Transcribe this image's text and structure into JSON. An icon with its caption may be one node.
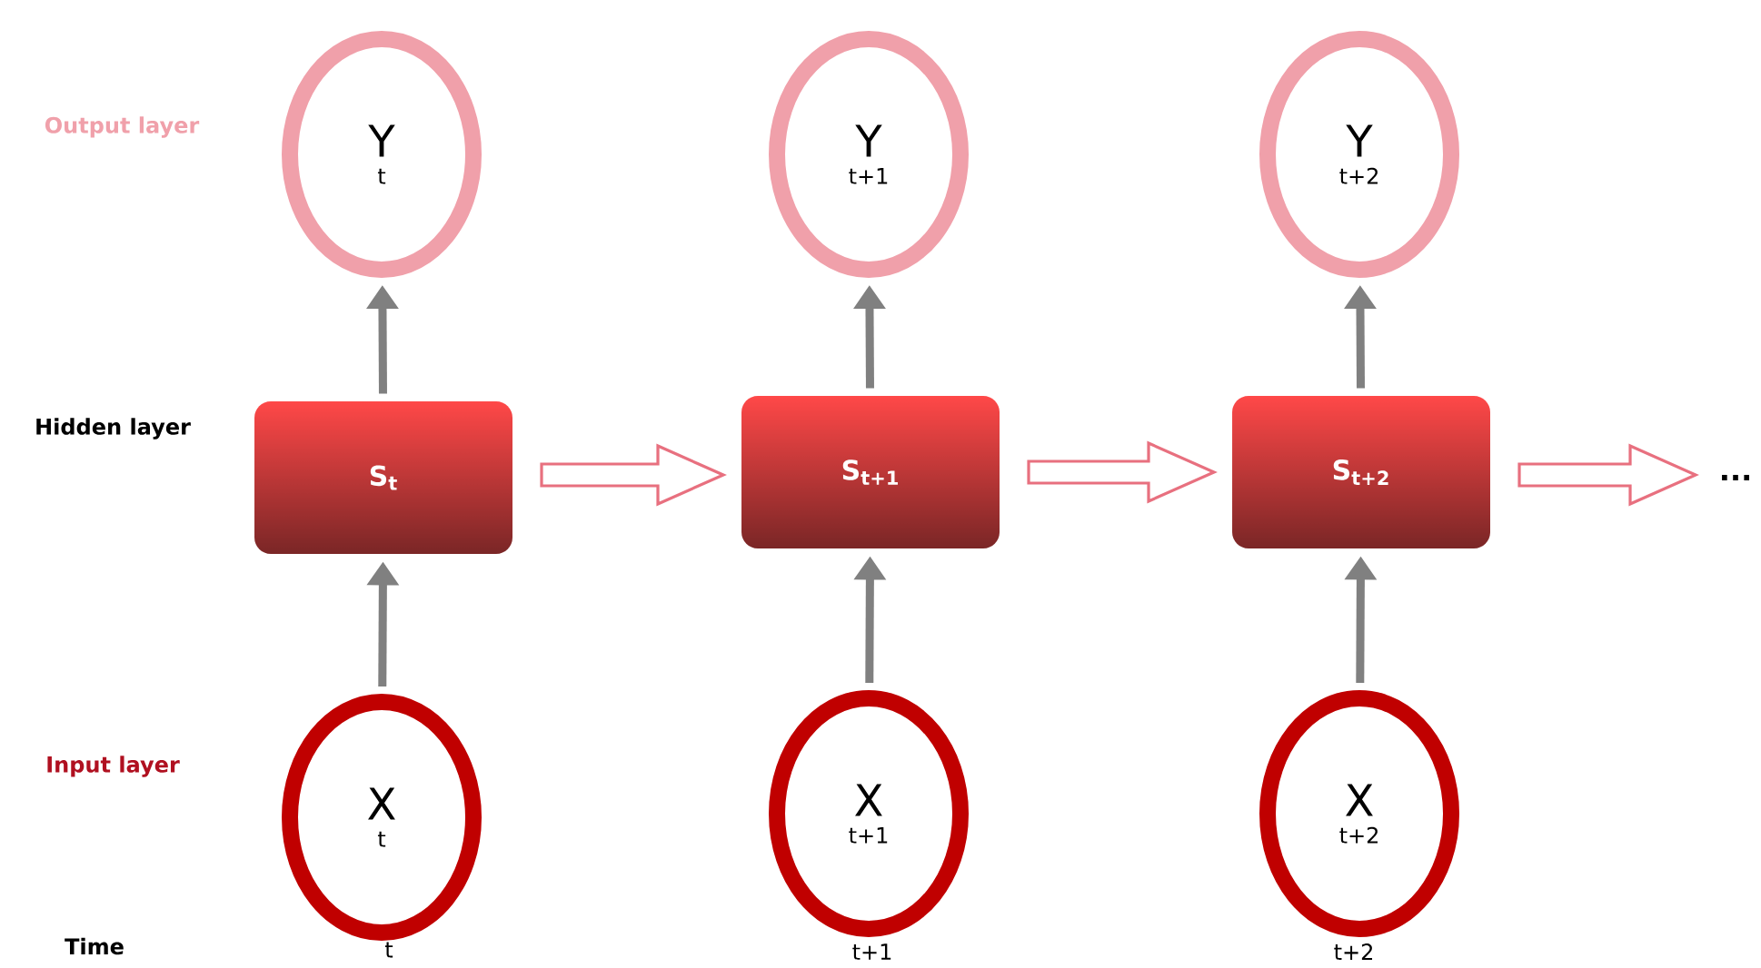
{
  "diagram": {
    "nodes": [
      {
        "text": [
          "Y",
          "t"
        ]
      },
      {
        "text": [
          "Y",
          "t+1"
        ]
      },
      {
        "text": [
          "Y",
          "t+2"
        ]
      },
      {
        "text": [
          "S$_{t}$"
        ]
      },
      {
        "text": [
          "S$_{t+1}$"
        ]
      },
      {
        "text": [
          "S$_{t+2}$"
        ]
      },
      {
        "text": [
          "..."
        ]
      },
      {
        "text": [
          "X",
          "t"
        ]
      },
      {
        "text": [
          "X",
          "t+1"
        ]
      },
      {
        "text": [
          "X",
          "t+2"
        ]
      }
    ],
    "edges": [
      {
        "from": 7,
        "to": 3,
        "arrow": "to"
      },
      {
        "from": 3,
        "to": 0,
        "arrow": "to"
      },
      {
        "from": 8,
        "to": 4,
        "arrow": "to"
      },
      {
        "from": 4,
        "to": 1,
        "arrow": "to"
      },
      {
        "from": 9,
        "to": 5,
        "arrow": "to"
      },
      {
        "from": 5,
        "to": 2,
        "arrow": "to"
      },
      {
        "from": 3,
        "to": 4,
        "arrow": "to",
        "style": "thick",
        "color": "#e8707f"
      },
      {
        "from": 4,
        "to": 5,
        "arrow": "to",
        "style": "thick",
        "color": "#e8707f"
      },
      {
        "from": 5,
        "to": 6,
        "arrow": "to",
        "style": "thick",
        "color": "#e8707f"
      }
    ],
    "labels": [
      "Output layer",
      "Hidden layer",
      "Input layer",
      "Time",
      "t",
      "t+1",
      "t+2"
    ]
  }
}
